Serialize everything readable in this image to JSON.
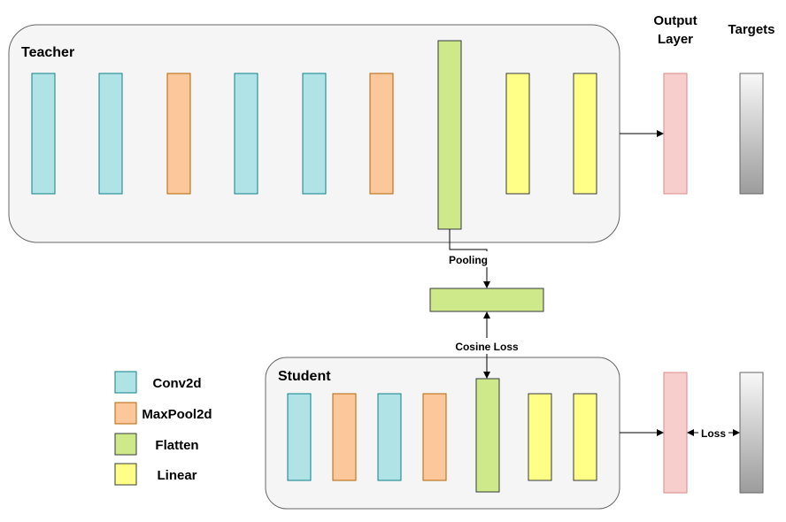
{
  "teacher": {
    "label": "Teacher",
    "layers": [
      "Conv2d",
      "Conv2d",
      "MaxPool2d",
      "Conv2d",
      "Conv2d",
      "MaxPool2d",
      "Flatten",
      "Linear",
      "Linear"
    ]
  },
  "student": {
    "label": "Student",
    "layers": [
      "Conv2d",
      "MaxPool2d",
      "Conv2d",
      "MaxPool2d",
      "Flatten",
      "Linear",
      "Linear"
    ]
  },
  "headers": {
    "output_layer_line1": "Output",
    "output_layer_line2": "Layer",
    "targets": "Targets"
  },
  "connections": {
    "pooling": "Pooling",
    "cosine_loss": "Cosine Loss",
    "loss": "Loss"
  },
  "legend": [
    {
      "name": "Conv2d",
      "color": "#b0e3e6"
    },
    {
      "name": "MaxPool2d",
      "color": "#fcc79b"
    },
    {
      "name": "Flatten",
      "color": "#cde98a"
    },
    {
      "name": "Linear",
      "color": "#ffff88"
    }
  ],
  "colors": {
    "Conv2d": "#b0e3e6",
    "Conv2d_stroke": "#0e8088",
    "MaxPool2d": "#fcc79b",
    "MaxPool2d_stroke": "#b46504",
    "Flatten": "#cde98a",
    "Flatten_stroke": "#36393d",
    "Linear": "#ffff88",
    "Linear_stroke": "#36393d",
    "output": "#f8cecc",
    "output_stroke": "#d88a8a",
    "container_fill": "#f5f5f5",
    "container_stroke": "#666666"
  }
}
